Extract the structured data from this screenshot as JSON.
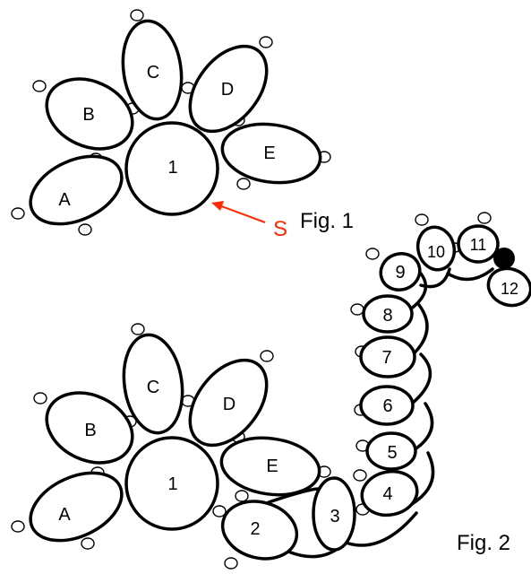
{
  "figure1": {
    "caption": "Fig. 1",
    "start_label": "S",
    "labels": {
      "A": "A",
      "B": "B",
      "C": "C",
      "D": "D",
      "E": "E",
      "one": "1"
    }
  },
  "figure2": {
    "caption": "Fig. 2",
    "labels": {
      "A": "A",
      "B": "B",
      "C": "C",
      "D": "D",
      "E": "E",
      "one": "1"
    },
    "numbers": [
      "2",
      "3",
      "4",
      "5",
      "6",
      "7",
      "8",
      "9",
      "10",
      "11",
      "12"
    ]
  },
  "colors": {
    "outline": "#000000",
    "fill": "#ffffff",
    "start_marker": "#ff2a00",
    "end_dot": "#000000"
  }
}
